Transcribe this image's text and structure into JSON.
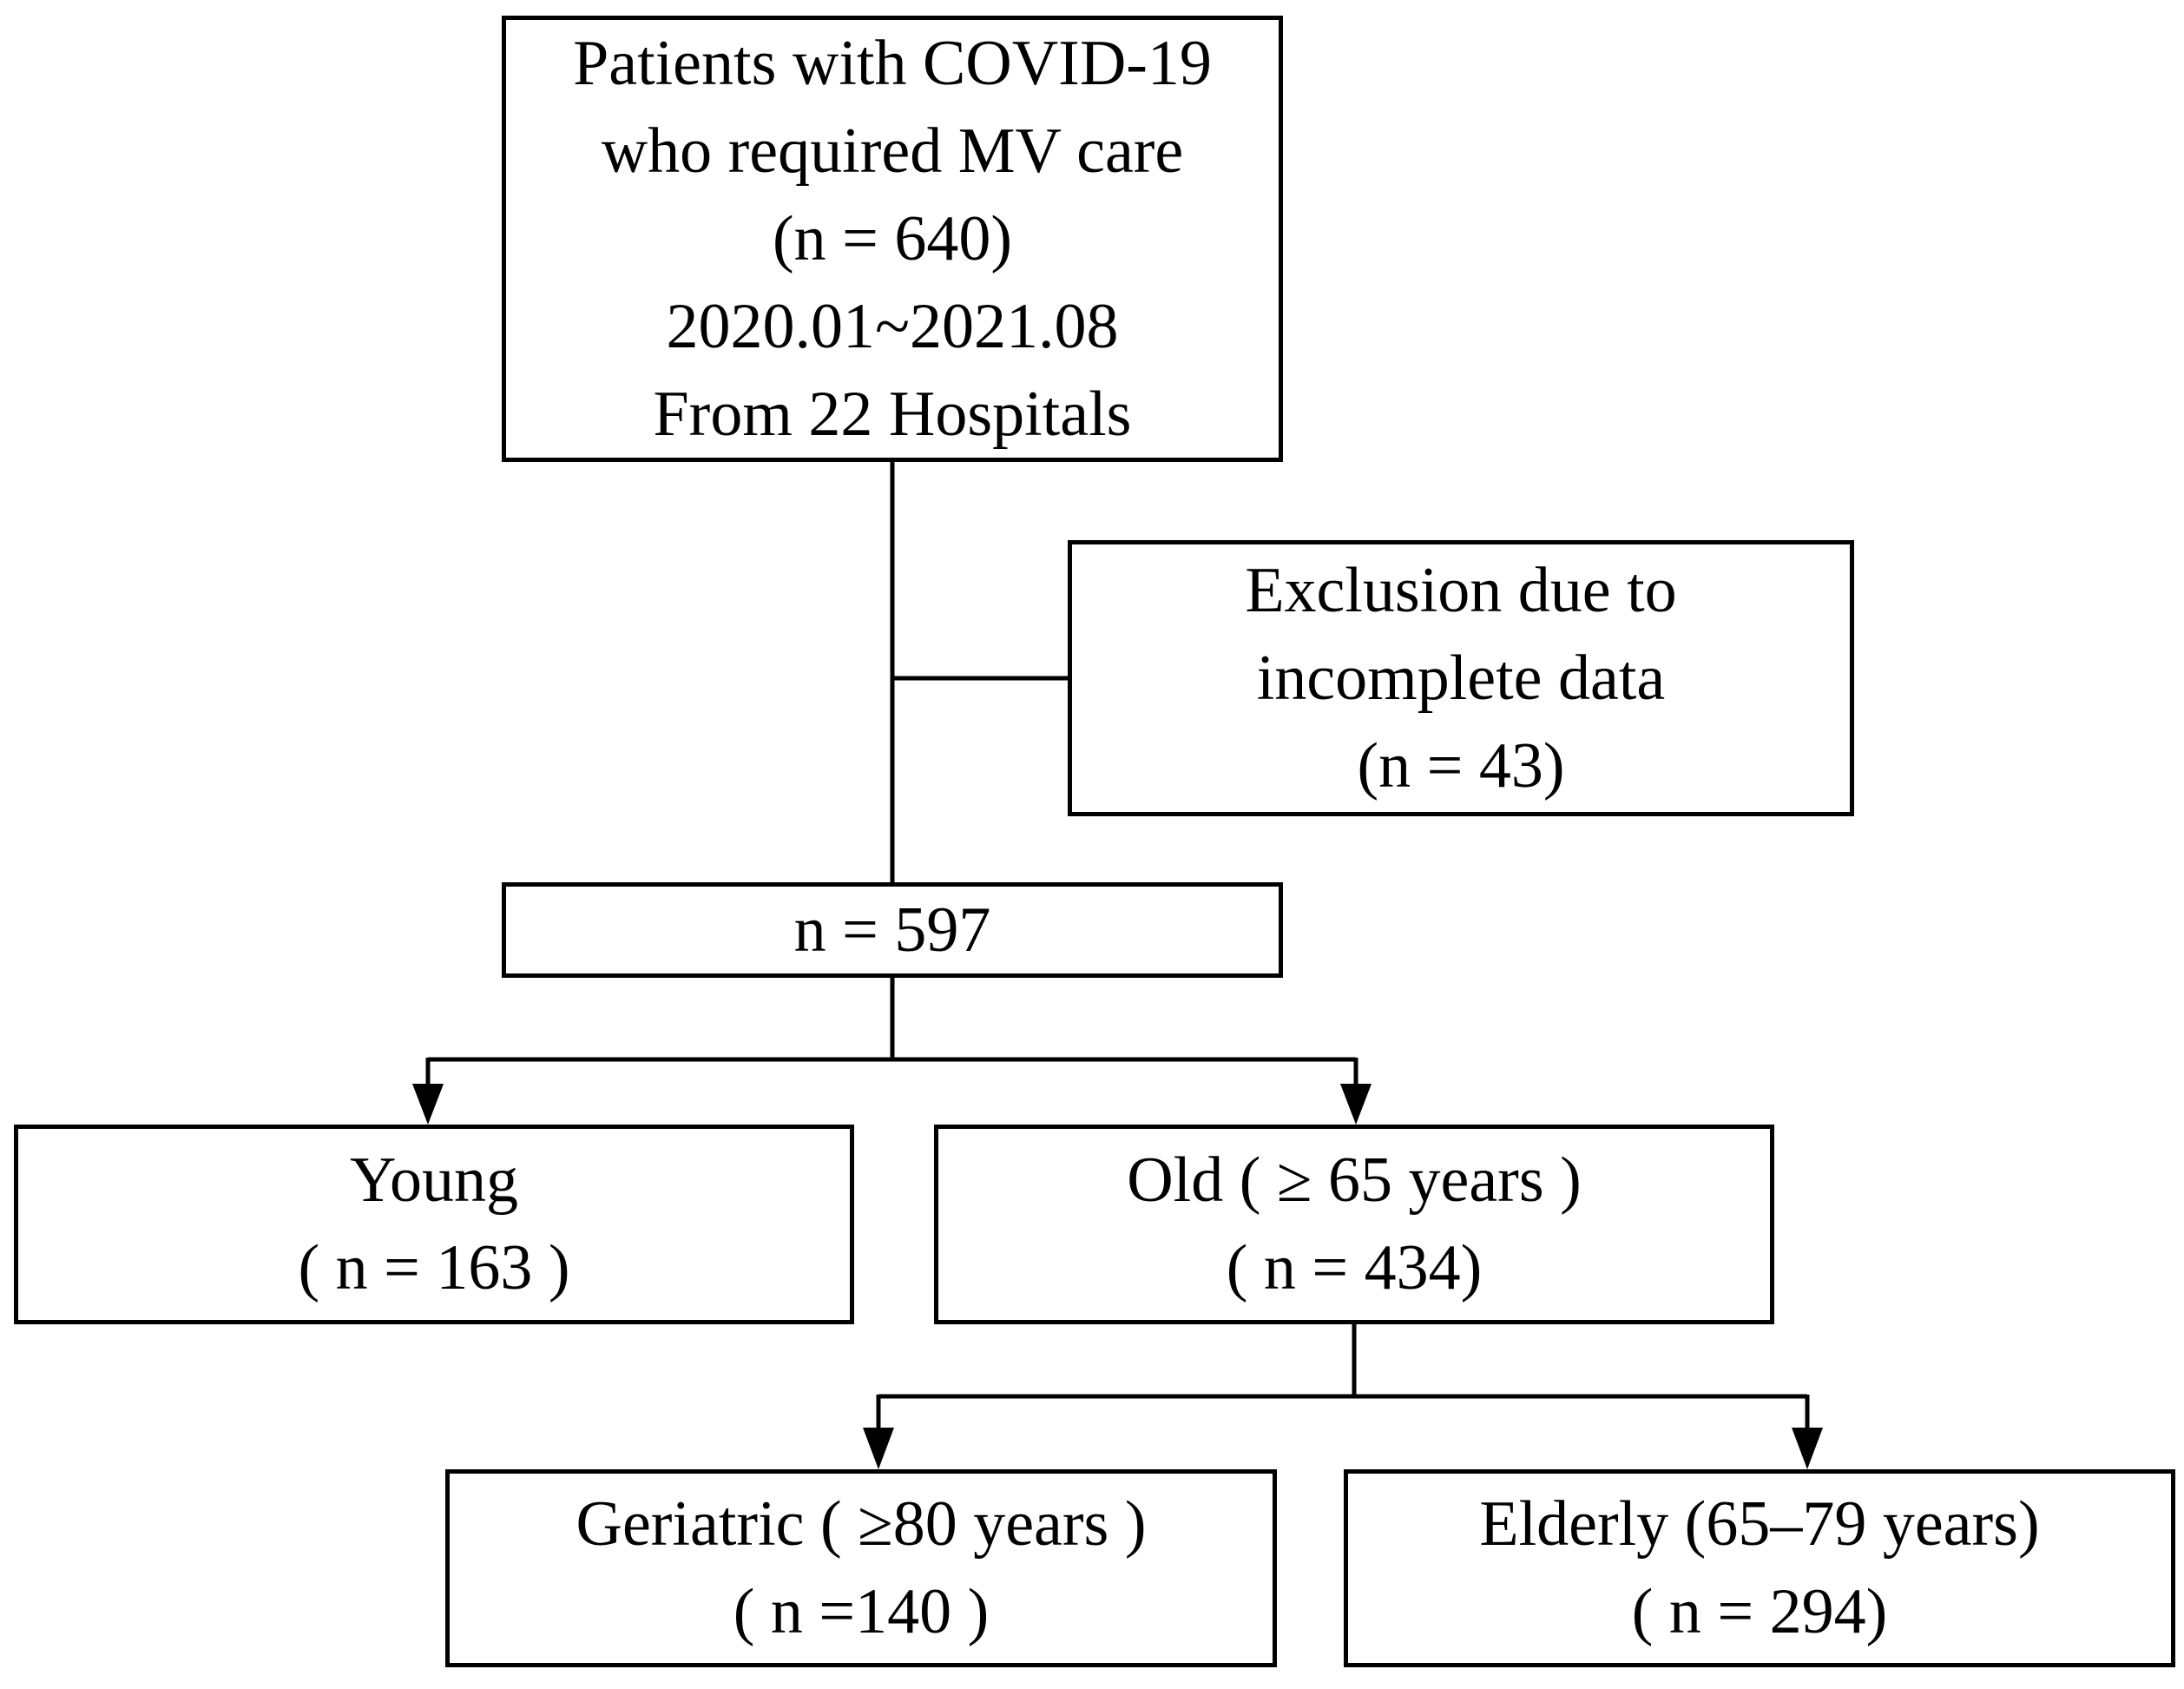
{
  "figure": {
    "type": "flowchart",
    "description": "Patient selection flow diagram"
  },
  "colors": {
    "background": "#ffffff",
    "box_border": "#000000",
    "text": "#000000",
    "connector": "#000000"
  },
  "nodes": {
    "patients": {
      "lines": [
        "Patients with COVID-19",
        "who required MV care",
        "(n = 640)",
        "2020.01~2021.08",
        "From 22 Hospitals"
      ]
    },
    "exclusion": {
      "lines": [
        "Exclusion due to",
        "incomplete data",
        "(n = 43)"
      ]
    },
    "included": {
      "lines": [
        "n = 597"
      ]
    },
    "young": {
      "lines": [
        "Young",
        "( n = 163 )"
      ]
    },
    "old": {
      "lines": [
        "Old ( ≥ 65 years )",
        "( n = 434)"
      ]
    },
    "geriatric": {
      "lines": [
        "Geriatric ( ≥80 years )",
        "( n =140 )"
      ]
    },
    "elderly": {
      "lines": [
        "Elderly (65–79 years)",
        "( n = 294)"
      ]
    }
  }
}
